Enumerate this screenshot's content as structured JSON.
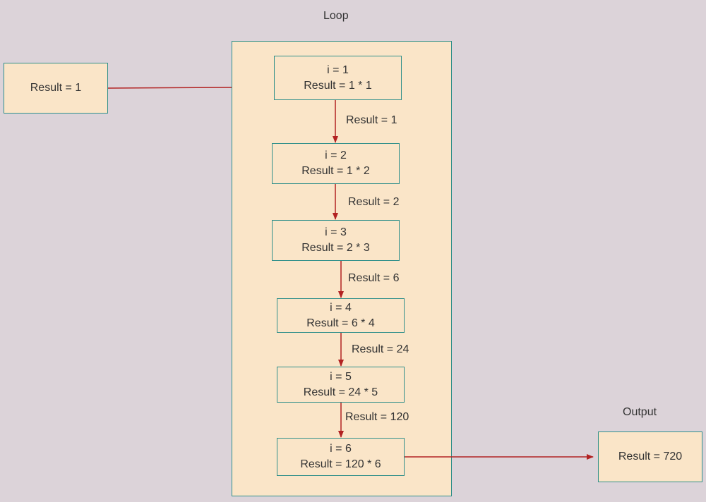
{
  "colors": {
    "background": "#dcd3d9",
    "box_fill": "#fae5c8",
    "box_border": "#2f8f8a",
    "arrow": "#b22222",
    "text": "#333333"
  },
  "loop_title": "Loop",
  "output_title": "Output",
  "input_box": {
    "text": "Result = 1"
  },
  "output_box": {
    "text": "Result = 720"
  },
  "steps": [
    {
      "line1": "i = 1",
      "line2": "Result = 1 * 1"
    },
    {
      "line1": "i = 2",
      "line2": "Result = 1 * 2"
    },
    {
      "line1": "i = 3",
      "line2": "Result = 2 * 3"
    },
    {
      "line1": "i = 4",
      "line2": "Result = 6 * 4"
    },
    {
      "line1": "i = 5",
      "line2": "Result = 24 * 5"
    },
    {
      "line1": "i = 6",
      "line2": "Result = 120 * 6"
    }
  ],
  "edge_labels": [
    "Result = 1",
    "Result = 2",
    "Result = 6",
    "Result = 24",
    "Result = 120"
  ]
}
